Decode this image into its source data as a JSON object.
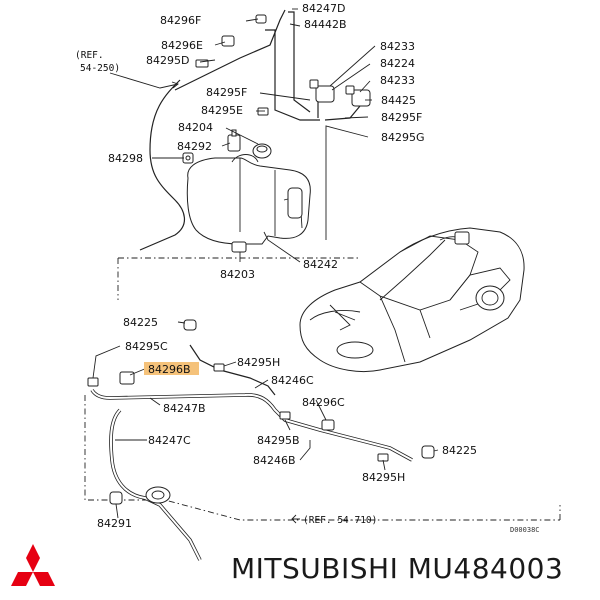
{
  "labels": {
    "p84296F": "84296F",
    "p84247D": "84247D",
    "p84442B": "84442B",
    "p84296E": "84296E",
    "p84233a": "84233",
    "p84295D": "84295D",
    "p84224": "84224",
    "p84233b": "84233",
    "p84295Fa": "84295F",
    "p84425": "84425",
    "p84295E": "84295E",
    "p84295Fb": "84295F",
    "p84204": "84204",
    "p84295G": "84295G",
    "p84292": "84292",
    "p84298": "84298",
    "p84203": "84203",
    "p84242": "84242",
    "p84225a": "84225",
    "p84295C": "84295C",
    "p84296B": "84296B",
    "p84295Ha": "84295H",
    "p84246C": "84246C",
    "p84247B": "84247B",
    "p84296C": "84296C",
    "p84295B": "84295B",
    "p84247C": "84247C",
    "p84246B": "84246B",
    "p84225b": "84225",
    "p84295Hb": "84295H",
    "p84291": "84291"
  },
  "refs": {
    "ref_top_line1": "(REF.",
    "ref_top_line2": "54-250)",
    "ref_bottom": "(REF. 54-710)"
  },
  "drawing_code": "D00038C",
  "highlight_color": "#f5c27a",
  "brand": {
    "logo_icon": "mitsubishi-three-diamond-logo",
    "logo_color": "#e60012",
    "caption": "MITSUBISHI MU484003"
  }
}
